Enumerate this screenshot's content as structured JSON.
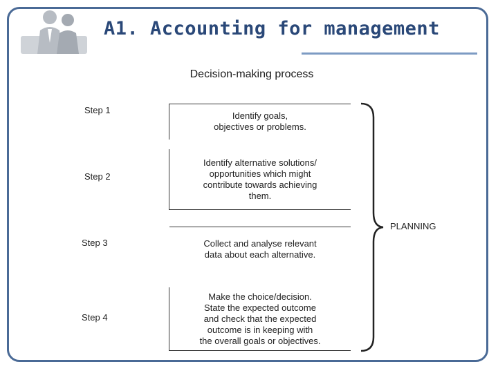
{
  "header": {
    "title": "A1. Accounting for management",
    "subtitle": "Decision-making process",
    "logo_icon": "business-people-silhouette-icon"
  },
  "steps": [
    {
      "label": "Step 1",
      "text_lines": [
        "Identify goals,",
        "objectives or problems."
      ]
    },
    {
      "label": "Step 2",
      "text_lines": [
        "Identify alternative solutions/",
        "opportunities which might",
        "contribute towards achieving",
        "them."
      ]
    },
    {
      "label": "Step 3",
      "text_lines": [
        "Collect and analyse relevant",
        "data about each alternative."
      ]
    },
    {
      "label": "Step 4",
      "text_lines": [
        "Make the choice/decision.",
        "State the expected outcome",
        "and check that the expected",
        "outcome is in keeping with",
        "the overall goals or objectives."
      ]
    }
  ],
  "bracket": {
    "label": "PLANNING",
    "icon": "right-curly-brace-icon"
  },
  "colors": {
    "frame": "#4a6a96",
    "title": "#2a4878",
    "rule": "#7d9bc3"
  }
}
